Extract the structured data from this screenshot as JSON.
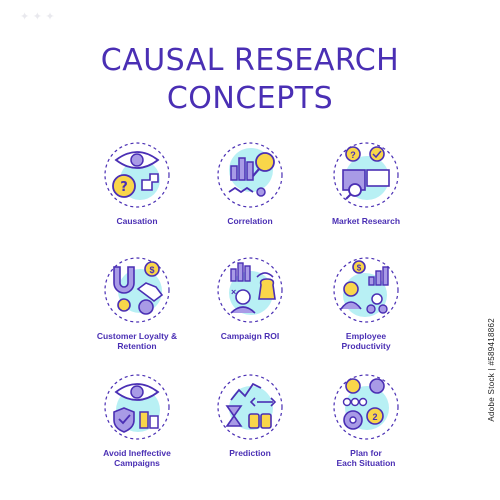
{
  "title": {
    "line1": "CAUSAL RESEARCH",
    "line2": "CONCEPTS"
  },
  "colors": {
    "accent": "#4a2fb4",
    "cyan": "#b8f0f4",
    "yellow": "#f9d64a",
    "purple": "#a89be6"
  },
  "icons": [
    {
      "icon": "eye-question-icon",
      "lines": [
        "Causation"
      ]
    },
    {
      "icon": "chart-magnifier-icon",
      "lines": [
        "Correlation"
      ]
    },
    {
      "icon": "store-search-icon",
      "lines": [
        "Market Research"
      ]
    },
    {
      "icon": "magnet-handshake-icon",
      "lines": [
        "Customer Loyalty &",
        "Retention"
      ]
    },
    {
      "icon": "money-bag-chart-icon",
      "lines": [
        "Campaign ROI"
      ]
    },
    {
      "icon": "team-growth-icon",
      "lines": [
        "Employee",
        "Productivity"
      ]
    },
    {
      "icon": "eye-check-icon",
      "lines": [
        "Avoid Ineffective",
        "Campaigns"
      ]
    },
    {
      "icon": "hourglass-binoculars-icon",
      "lines": [
        "Prediction"
      ]
    },
    {
      "icon": "strategy-gears-icon",
      "lines": [
        "Plan for",
        "Each Situation"
      ]
    }
  ],
  "side_text": "Adobe Stock | #589418862"
}
